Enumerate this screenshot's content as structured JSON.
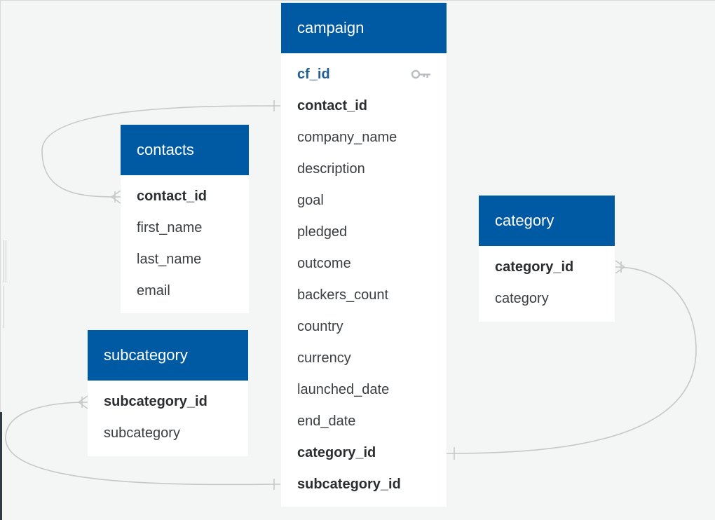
{
  "tables": {
    "campaign": {
      "title": "campaign",
      "rows": [
        {
          "name": "cf_id",
          "style": "pk"
        },
        {
          "name": "contact_id",
          "style": "bold"
        },
        {
          "name": "company_name",
          "style": "normal"
        },
        {
          "name": "description",
          "style": "normal"
        },
        {
          "name": "goal",
          "style": "normal"
        },
        {
          "name": "pledged",
          "style": "normal"
        },
        {
          "name": "outcome",
          "style": "normal"
        },
        {
          "name": "backers_count",
          "style": "normal"
        },
        {
          "name": "country",
          "style": "normal"
        },
        {
          "name": "currency",
          "style": "normal"
        },
        {
          "name": "launched_date",
          "style": "normal"
        },
        {
          "name": "end_date",
          "style": "normal"
        },
        {
          "name": "category_id",
          "style": "bold"
        },
        {
          "name": "subcategory_id",
          "style": "bold"
        }
      ]
    },
    "contacts": {
      "title": "contacts",
      "rows": [
        {
          "name": "contact_id",
          "style": "bold"
        },
        {
          "name": "first_name",
          "style": "normal"
        },
        {
          "name": "last_name",
          "style": "normal"
        },
        {
          "name": "email",
          "style": "normal"
        }
      ]
    },
    "category": {
      "title": "category",
      "rows": [
        {
          "name": "category_id",
          "style": "bold"
        },
        {
          "name": "category",
          "style": "normal"
        }
      ]
    },
    "subcategory": {
      "title": "subcategory",
      "rows": [
        {
          "name": "subcategory_id",
          "style": "bold"
        },
        {
          "name": "subcategory",
          "style": "normal"
        }
      ]
    }
  },
  "icons": {
    "primary_key": "key-icon"
  },
  "colors": {
    "header": "#005aa3",
    "background": "#f4f5f5",
    "link": "#c6c8c8",
    "pk_text": "#1f5f95"
  }
}
